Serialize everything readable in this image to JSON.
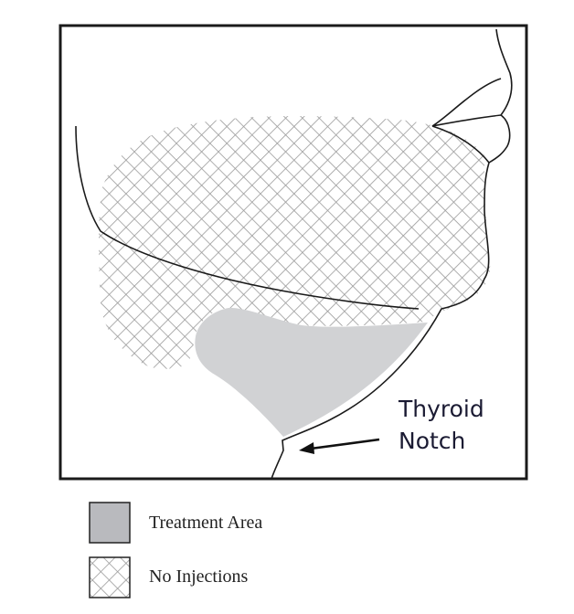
{
  "diagram": {
    "callout": {
      "line1": "Thyroid",
      "line2": "Notch"
    },
    "colors": {
      "treatment": "#d1d2d4",
      "legend_treatment": "#b9babe",
      "hatch": "#9a9a9a",
      "outline": "#1a1a1a"
    }
  },
  "legend": {
    "items": [
      {
        "label": "Treatment Area",
        "swatch": "solid-gray"
      },
      {
        "label": "No Injections",
        "swatch": "crosshatch"
      }
    ]
  }
}
